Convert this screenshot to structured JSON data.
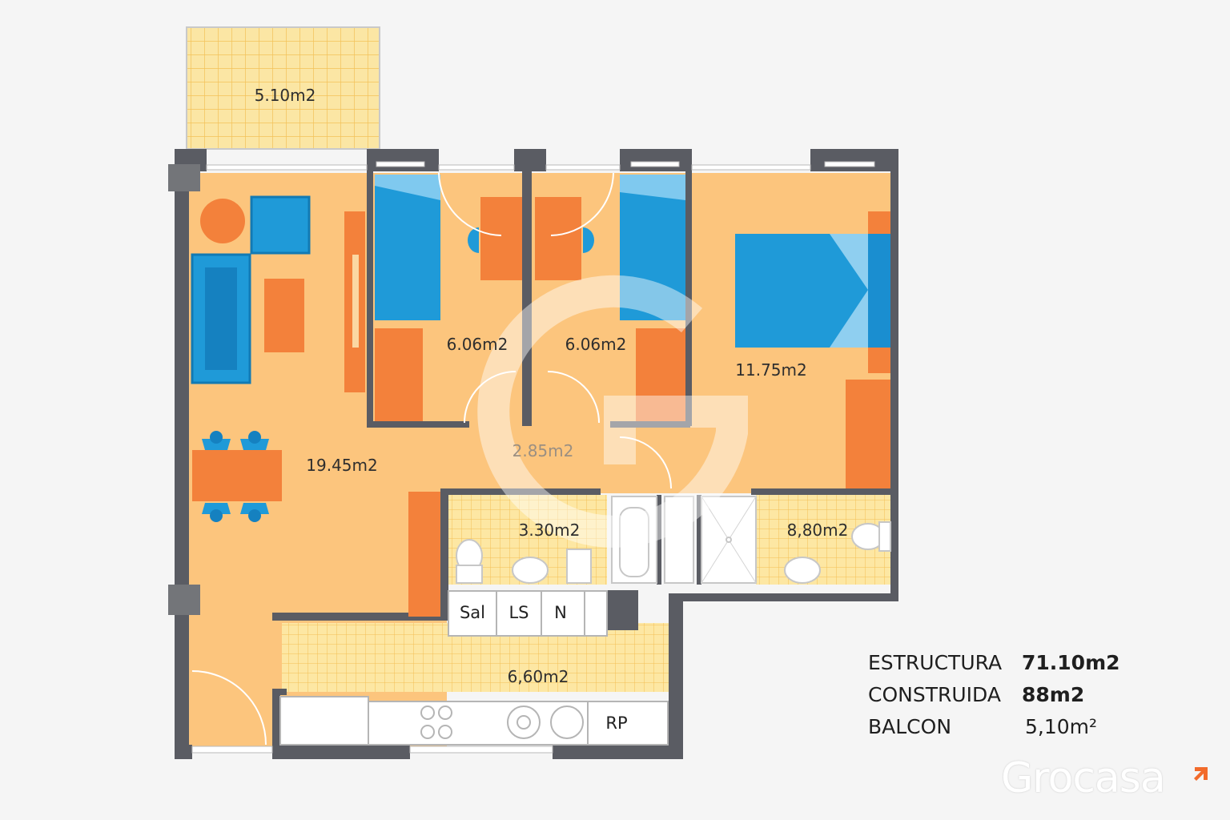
{
  "rooms": {
    "balcony": "5.10m2",
    "living": "19.45m2",
    "bedroom_1": "6.06m2",
    "bedroom_2": "6.06m2",
    "master_bedroom": "11.75m2",
    "hall": "2.85m2",
    "bathroom_1": "3.30m2",
    "bathroom_2": "8,80m2",
    "kitchen": "6,60m2"
  },
  "cabinet_labels": {
    "sal": "Sal",
    "ls": "LS",
    "n": "N",
    "rp": "RP"
  },
  "summary": {
    "structure_label": "ESTRUCTURA",
    "structure_value": "71.10m2",
    "built_label": "CONSTRUIDA",
    "built_value": "88m2",
    "balcony_label": "BALCON",
    "balcony_value": "5,10m²"
  },
  "brand": {
    "name": "Grocasa"
  },
  "colors": {
    "floor": "#fcc57d",
    "wall": "#5a5c63",
    "furniture_blue": "#1f9ad8",
    "furniture_orange": "#f3813b",
    "tile": "#fbe6a4",
    "brand_accent": "#f26b2b"
  }
}
